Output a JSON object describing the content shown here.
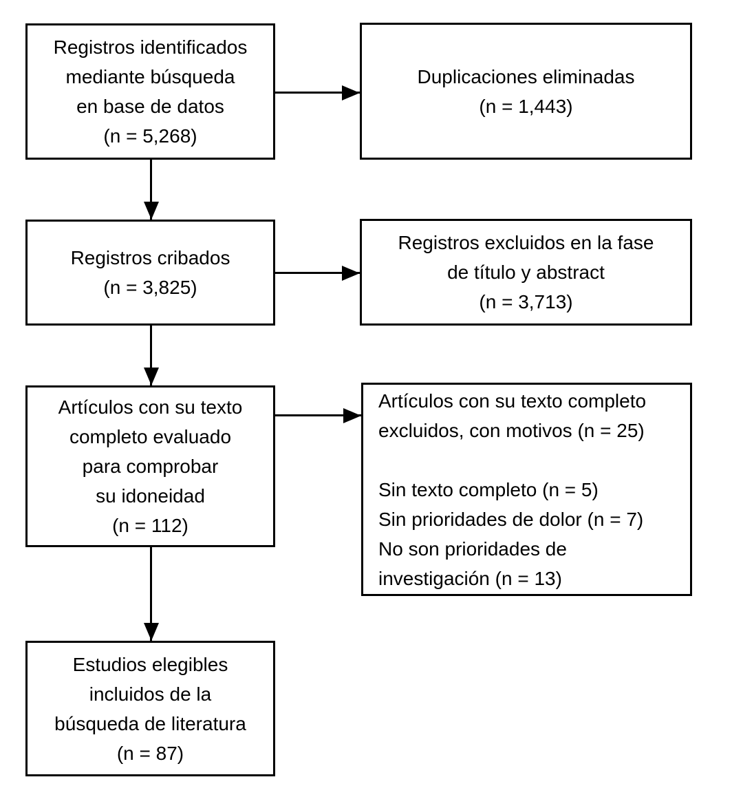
{
  "boxes": {
    "identified": {
      "text": "Registros identificados\nmediante búsqueda\nen base de datos\n(n = 5,268)"
    },
    "duplicates_removed": {
      "text": "Duplicaciones eliminadas\n(n = 1,443)"
    },
    "screened": {
      "text": "Registros cribados\n(n = 3,825)"
    },
    "excluded_title_abstract": {
      "text": "Registros excluidos en la fase\nde título y abstract\n(n = 3,713)"
    },
    "fulltext_assessed": {
      "text": "Artículos con su texto\ncompleto evaluado\npara comprobar\nsu idoneidad\n(n = 112)"
    },
    "fulltext_excluded": {
      "text": "Artículos con su texto completo\nexcluidos, con motivos (n = 25)\n\nSin texto completo (n = 5)\nSin prioridades de dolor (n = 7)\nNo son prioridades de\ninvestigación (n = 13)"
    },
    "included": {
      "text": "Estudios elegibles\nincluidos de la\nbúsqueda de literatura\n(n = 87)"
    }
  },
  "colors": {
    "line": "#000000",
    "text": "#000000",
    "background": "#ffffff"
  }
}
